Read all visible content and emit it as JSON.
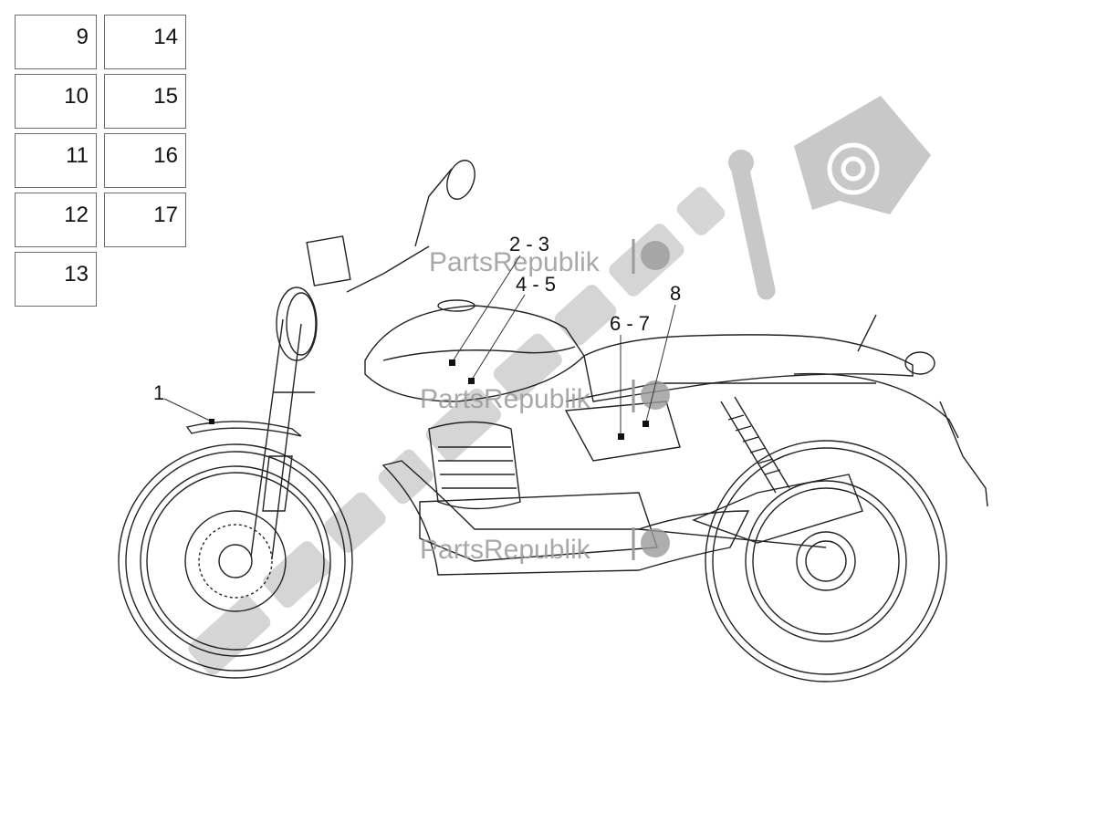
{
  "part_boxes": {
    "col1": [
      "9",
      "10",
      "11",
      "12",
      "13"
    ],
    "col2": [
      "14",
      "15",
      "16",
      "17"
    ]
  },
  "callouts": {
    "c1": "1",
    "c2_3": "2 - 3",
    "c4_5": "4 - 5",
    "c6_7": "6 - 7",
    "c8": "8"
  },
  "watermark": {
    "brand": "PartsRepublik",
    "icon": "gear-icon"
  }
}
